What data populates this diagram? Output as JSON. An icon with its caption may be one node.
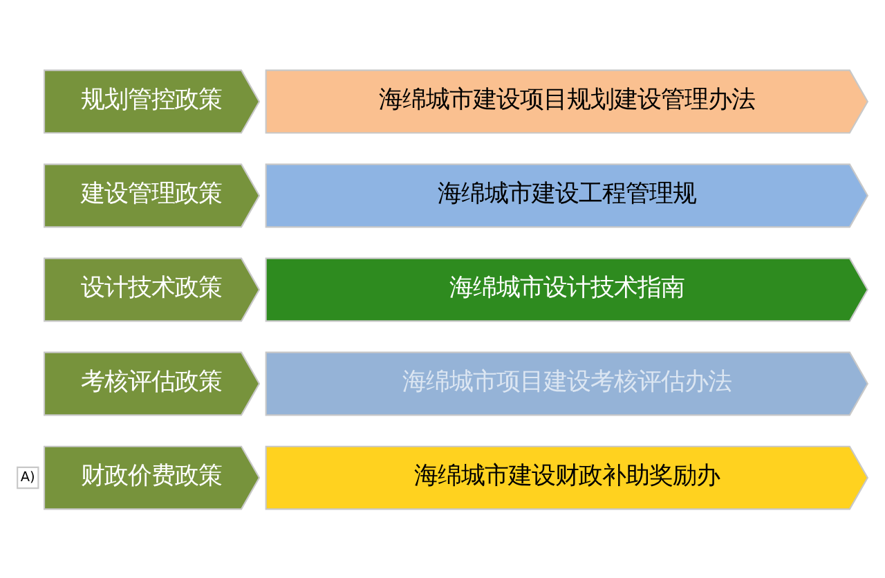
{
  "diagram": {
    "nodes": [
      {
        "text": [
          "规划管控政策"
        ]
      },
      {
        "text": [
          "海绵城市建设项目规划建设管理办法"
        ]
      },
      {
        "text": [
          "建设管理政策"
        ]
      },
      {
        "text": [
          "海绵城市建设工程管理规"
        ]
      },
      {
        "text": [
          "设计技术政策"
        ]
      },
      {
        "text": [
          "海绵城市设计技术指南"
        ]
      },
      {
        "text": [
          "考核评估政策"
        ]
      },
      {
        "text": [
          "海绵城市项目建设考核评估办法"
        ]
      },
      {
        "text": [
          "财政价费政策"
        ]
      },
      {
        "text": [
          "海绵城市建设财政补助奖励办"
        ]
      }
    ],
    "edges": [],
    "labels": [
      "A)"
    ]
  }
}
